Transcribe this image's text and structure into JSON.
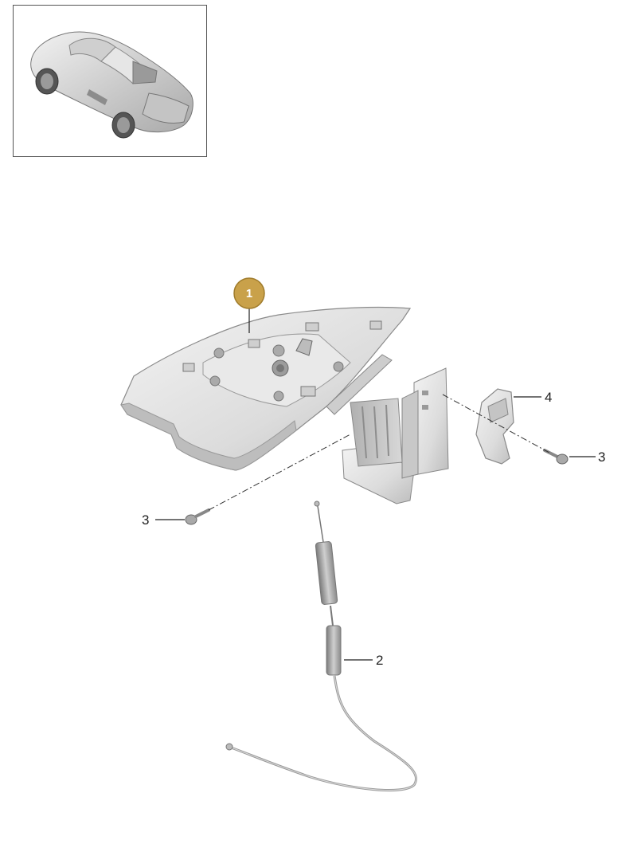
{
  "thumbnail": {
    "icon": "car-overview-icon"
  },
  "callouts": {
    "c1": "1",
    "c2": "2",
    "c3_left": "3",
    "c3_right": "3",
    "c4": "4"
  },
  "colors": {
    "badge_fill": "#c9a14a",
    "part_fill": "#d9d9d9",
    "part_shade": "#b5b5b5",
    "line": "#222222"
  }
}
